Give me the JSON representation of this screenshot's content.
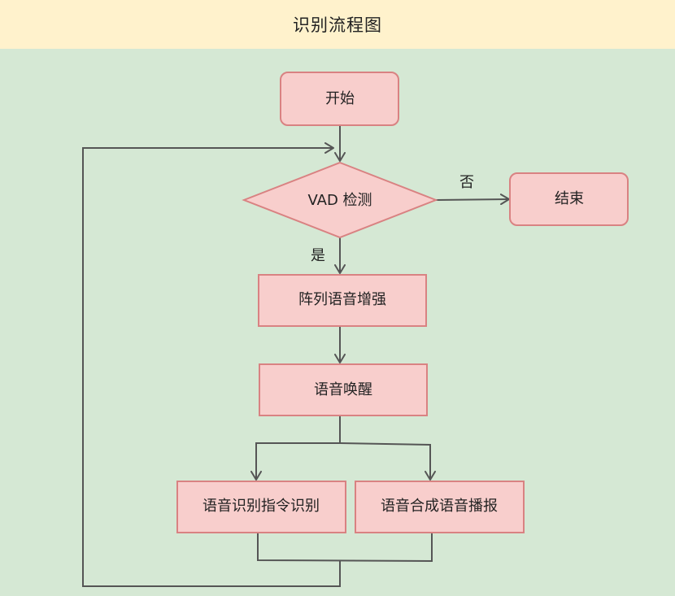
{
  "header": {
    "title": "识别流程图"
  },
  "nodes": {
    "start": "开始",
    "vad": "VAD 检测",
    "end": "结束",
    "enhance": "阵列语音增强",
    "wake": "语音唤醒",
    "command": "语音识别指令识别",
    "tts": "语音合成语音播报"
  },
  "edge_labels": {
    "no": "否",
    "yes": "是"
  },
  "colors": {
    "background": "#d5e8d4",
    "header": "#fff2cc",
    "node_fill": "#f8cecc",
    "node_stroke": "#d98282",
    "edge": "#555555"
  }
}
